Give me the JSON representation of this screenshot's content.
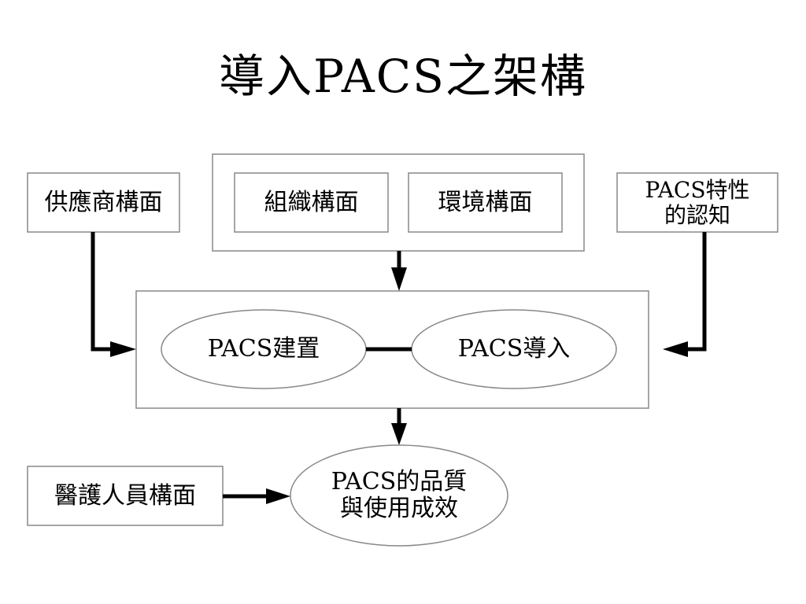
{
  "title": "導入PACS之架構",
  "nodes": {
    "vendor": "供應商構面",
    "org": "組織構面",
    "env": "環境構面",
    "cognition_line1": "PACS特性",
    "cognition_line2": "的認知",
    "build": "PACS建置",
    "adopt": "PACS導入",
    "medical": "醫護人員構面",
    "quality_line1": "PACS的品質",
    "quality_line2": "與使用成效"
  }
}
